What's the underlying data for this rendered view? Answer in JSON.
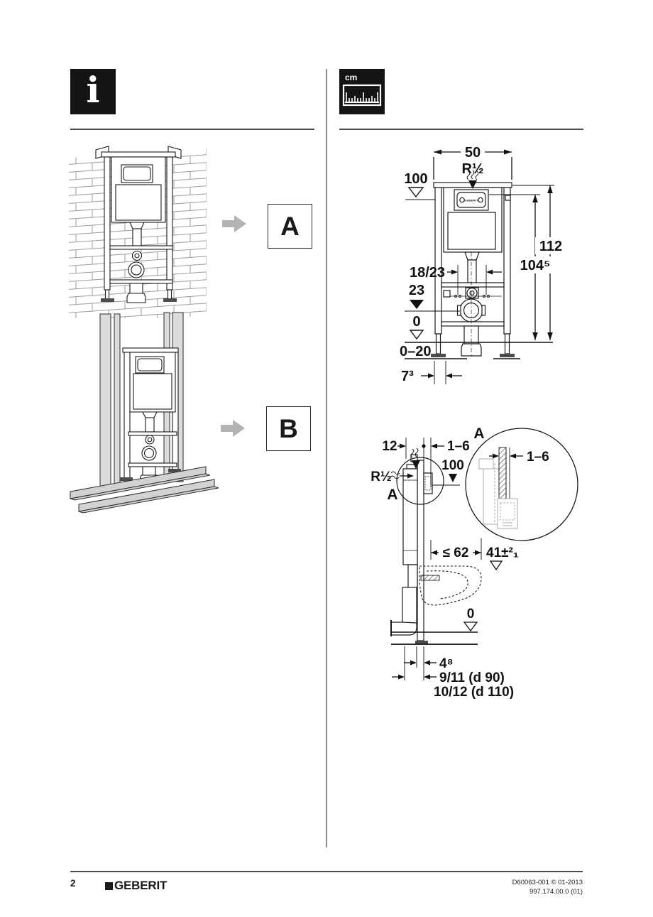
{
  "icons": {
    "info_glyph": "i",
    "ruler_unit": "cm"
  },
  "figures": {
    "variant_a": {
      "label": "A"
    },
    "variant_b": {
      "label": "B"
    },
    "plate_brand": "GEBERIT",
    "front": {
      "width_cm": "50",
      "water_supply": "R½",
      "ref_height": "100",
      "total_height": "112",
      "alt_height": "104⁵",
      "supply_depth": "18/23",
      "outlet_height": "23",
      "floor_zero": "0",
      "floor_adjust": "0–20",
      "foot_depth": "7³"
    },
    "side": {
      "frame_depth": "12",
      "facing_thickness": "1–6",
      "water_supply": "R½",
      "ref_height": "100",
      "detail_ref": "A",
      "detail_label": "A",
      "detail_facing": "1–6",
      "pan_max_depth": "≤ 62",
      "pan_height": "41±²₁",
      "floor_zero": "0",
      "outlet_offset": "4⁸",
      "outlet_d90": "9/11 (d 90)",
      "outlet_d110": "10/12 (d 110)"
    }
  },
  "footer": {
    "page_number": "2",
    "brand": "GEBERIT",
    "doc_id": "D60063-001 © 01-2013",
    "article_number": "997.174.00.0 (01)"
  }
}
